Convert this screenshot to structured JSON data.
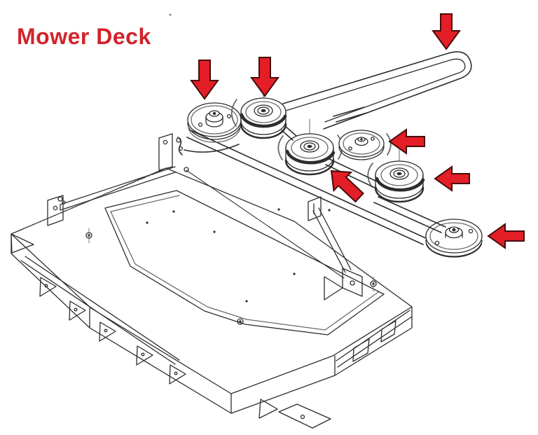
{
  "title": "Mower Deck",
  "colors": {
    "arrow_fill": "#e41e26",
    "arrow_outline": "#470c0c",
    "title_text": "#d2232a",
    "line_dark": "#2d2d2d",
    "line_light": "#6a6a6a",
    "background": "#ffffff"
  },
  "diagram": {
    "type": "parts-diagram",
    "description": "Exploded line drawing of a mower deck shell with drive belt routing over six pulleys; red arrows call out each pulley and the belt loop",
    "deck": {
      "label": "mower deck shell"
    },
    "belt": {
      "label": "deck drive belt",
      "loop": "belt loop to engine pulley (top right)"
    },
    "pulleys": [
      {
        "id": "left-spindle-pulley",
        "type": "flat spindle pulley",
        "position": "top-left"
      },
      {
        "id": "left-idler-pulley",
        "type": "deep-groove idler pulley",
        "position": "top-left"
      },
      {
        "id": "center-idler-pulley",
        "type": "deep-groove idler pulley",
        "position": "center"
      },
      {
        "id": "center-flat-idler",
        "type": "flat idler pulley",
        "position": "center"
      },
      {
        "id": "right-idler-pulley",
        "type": "deep-groove idler pulley",
        "position": "center-right"
      },
      {
        "id": "right-spindle-pulley",
        "type": "flat spindle pulley",
        "position": "right"
      }
    ],
    "arrows": [
      {
        "direction": "down",
        "target": "left-spindle-pulley"
      },
      {
        "direction": "down",
        "target": "left-idler-pulley"
      },
      {
        "direction": "down",
        "target": "belt loop"
      },
      {
        "direction": "left",
        "target": "center-flat-idler"
      },
      {
        "direction": "up-left",
        "target": "center-idler-pulley"
      },
      {
        "direction": "left",
        "target": "right-idler-pulley"
      },
      {
        "direction": "left",
        "target": "right-spindle-pulley"
      }
    ]
  }
}
